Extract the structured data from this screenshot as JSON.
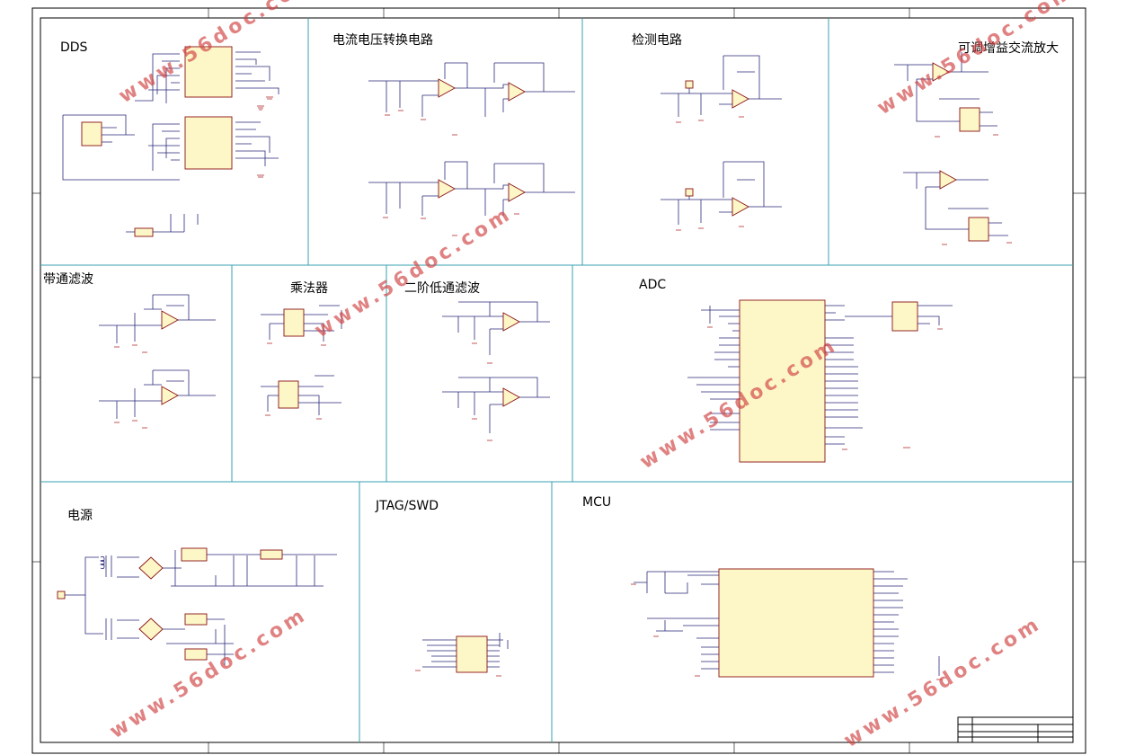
{
  "sections": [
    {
      "id": "dds",
      "title": "DDS"
    },
    {
      "id": "iv",
      "title": "电流电压转换电路"
    },
    {
      "id": "detect",
      "title": "检测电路"
    },
    {
      "id": "amp",
      "title": "可调增益交流放大"
    },
    {
      "id": "bpf",
      "title": "带通滤波"
    },
    {
      "id": "mult",
      "title": "乘法器"
    },
    {
      "id": "lpf",
      "title": "二阶低通滤波"
    },
    {
      "id": "adc",
      "title": "ADC"
    },
    {
      "id": "power",
      "title": "电源"
    },
    {
      "id": "jtag",
      "title": "JTAG/SWD"
    },
    {
      "id": "mcu",
      "title": "MCU"
    }
  ],
  "watermark": "www.56doc.com",
  "colors": {
    "grid": "#3aa0b0",
    "wire": "#2a2a7a",
    "part_outline": "#8a1010",
    "part_fill": "#fdf7c8",
    "watermark": "#d04040"
  }
}
